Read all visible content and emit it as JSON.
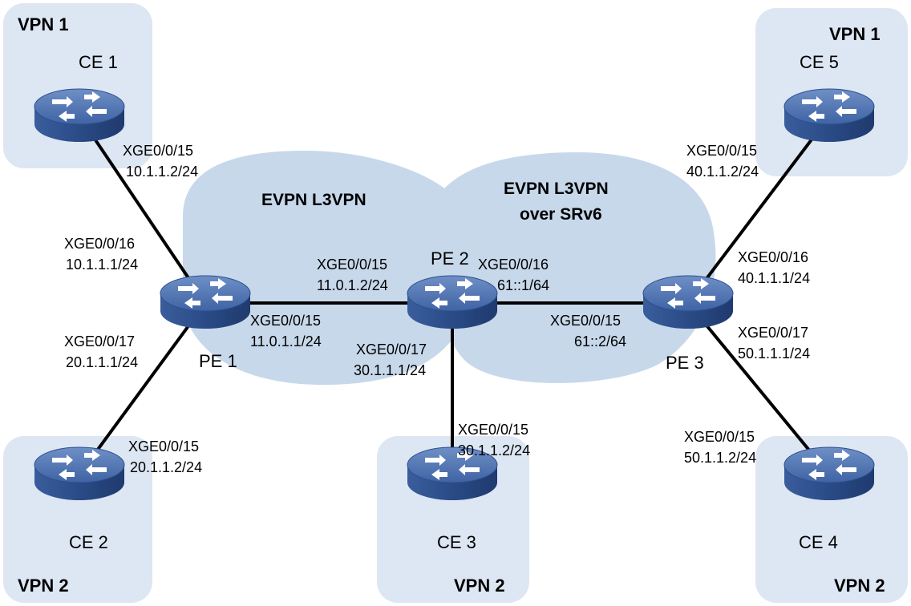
{
  "zones": {
    "ce1": "VPN 1",
    "ce5": "VPN 1",
    "ce2": "VPN 2",
    "ce3": "VPN 2",
    "ce4": "VPN 2"
  },
  "clouds": {
    "left": "EVPN L3VPN",
    "right_line1": "EVPN L3VPN",
    "right_line2": "over SRv6"
  },
  "devices": {
    "ce1": "CE 1",
    "ce2": "CE 2",
    "ce3": "CE 3",
    "ce4": "CE 4",
    "ce5": "CE 5",
    "pe1": "PE 1",
    "pe2": "PE 2",
    "pe3": "PE 3"
  },
  "interfaces": {
    "ce1_port": "XGE0/0/15",
    "ce1_ip": "10.1.1.2/24",
    "pe1_to_ce1_port": "XGE0/0/16",
    "pe1_to_ce1_ip": "10.1.1.1/24",
    "pe1_to_ce2_port": "XGE0/0/17",
    "pe1_to_ce2_ip": "20.1.1.1/24",
    "ce2_port": "XGE0/0/15",
    "ce2_ip": "20.1.1.2/24",
    "pe1_to_pe2_port": "XGE0/0/15",
    "pe1_to_pe2_ip": "11.0.1.1/24",
    "pe2_to_pe1_port": "XGE0/0/15",
    "pe2_to_pe1_ip": "11.0.1.2/24",
    "pe2_to_pe3_port": "XGE0/0/16",
    "pe2_to_pe3_ip": "61::1/64",
    "pe2_to_ce3_port": "XGE0/0/17",
    "pe2_to_ce3_ip": "30.1.1.1/24",
    "ce3_port": "XGE0/0/15",
    "ce3_ip": "30.1.1.2/24",
    "pe3_to_pe2_port": "XGE0/0/15",
    "pe3_to_pe2_ip": "61::2/64",
    "ce5_port": "XGE0/0/15",
    "ce5_ip": "40.1.1.2/24",
    "pe3_to_ce5_port": "XGE0/0/16",
    "pe3_to_ce5_ip": "40.1.1.1/24",
    "pe3_to_ce4_port": "XGE0/0/17",
    "pe3_to_ce4_ip": "50.1.1.1/24",
    "ce4_port": "XGE0/0/15",
    "ce4_ip": "50.1.1.2/24"
  },
  "colors": {
    "zone_fill": "#dde6f3",
    "cloud_fill": "#c7d8eb",
    "router_top": "#4a6fae",
    "router_side": "#2b4f8c",
    "link": "#000000"
  },
  "icons": {
    "router": "router-icon"
  }
}
